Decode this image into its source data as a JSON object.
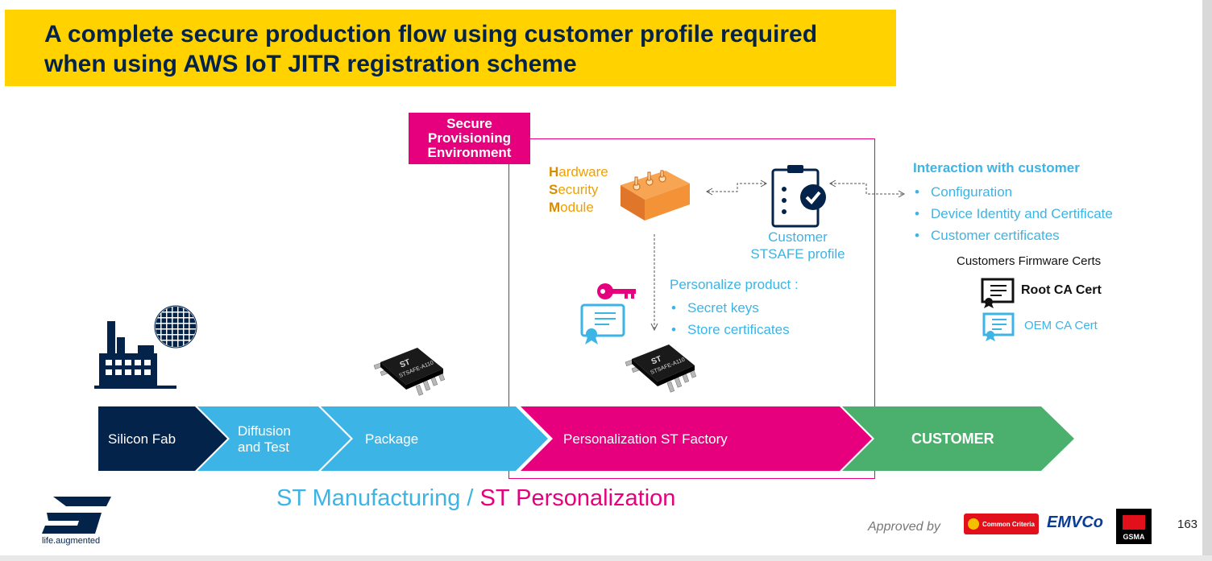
{
  "title": "A complete secure production flow using customer profile required when using AWS IoT JITR registration scheme",
  "spe_label": "Secure Provisioning Environment",
  "hsm": {
    "h_initial": "H",
    "h_rest": "ardware",
    "s_initial": "S",
    "s_rest": "ecurity",
    "m_initial": "M",
    "m_rest": "odule"
  },
  "profile": {
    "line1": "Customer",
    "line2": "STSAFE profile"
  },
  "interaction": {
    "title": "Interaction with customer",
    "items": [
      "Configuration",
      "Device Identity and Certificate",
      "Customer certificates"
    ]
  },
  "firmware_certs": {
    "title": "Customers Firmware Certs",
    "root": "Root CA Cert",
    "oem": "OEM CA Cert"
  },
  "personalize": {
    "title": "Personalize product :",
    "items": [
      "Secret keys",
      "Store certificates"
    ]
  },
  "chip_marking": "STSAFE-A110",
  "flow": {
    "silicon_fab": "Silicon Fab",
    "diffusion_1": "Diffusion",
    "diffusion_2": "and Test",
    "package": "Package",
    "personalization": "Personalization ST Factory",
    "customer": "CUSTOMER"
  },
  "subtitle": {
    "part1": "ST Manufacturing /",
    "part2": "ST Personalization"
  },
  "footer": {
    "tagline": "life.augmented",
    "approved_by": "Approved by",
    "cc_logo_text": "Common Criteria",
    "emvco_logo_text": "EMVCo",
    "gsma_logo_text": "GSMA",
    "page_number": "163"
  },
  "colors": {
    "banner": "#ffd200",
    "navy": "#03234b",
    "cyan": "#3cb4e5",
    "magenta": "#e6007e",
    "green": "#4bb06e",
    "hsm_orange": "#f0a000"
  },
  "icons": [
    "factory-icon",
    "wafer-icon",
    "chip-icon",
    "hsm-icon",
    "clipboard-check-icon",
    "key-icon",
    "certificate-icon"
  ]
}
